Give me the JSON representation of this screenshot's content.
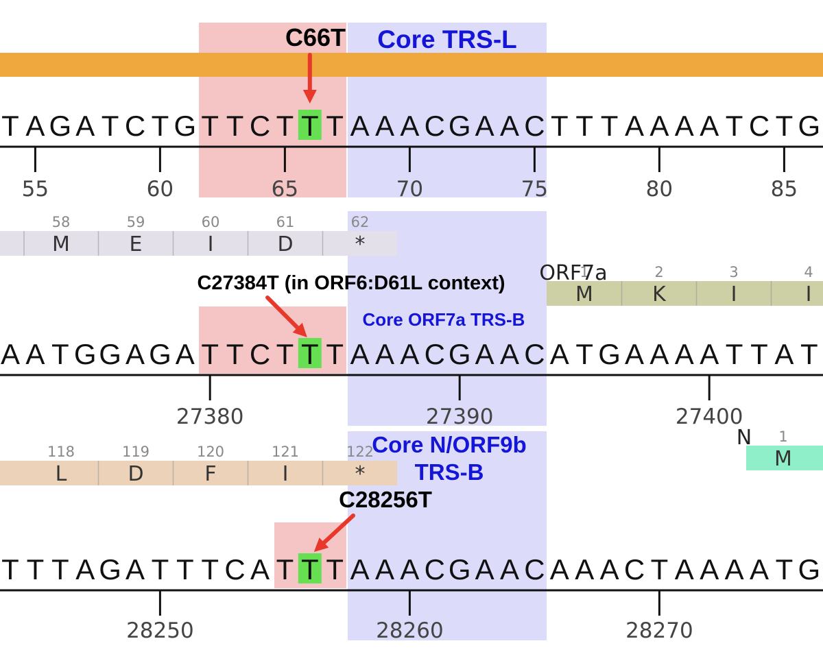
{
  "colors": {
    "trs_l_bar": "#eea83e",
    "core_region": "#dcdcfa",
    "flank_region": "#f5c5c5",
    "mutation_highlight": "#66e052",
    "arrow": "#e8382b",
    "orf6_track": "#e4e0ea",
    "n_track": "#ecd2b8",
    "orf7a_track": "#cdcfa4",
    "orf9b_track": "#8fefc8",
    "core_label": "#1515d8"
  },
  "rows": [
    {
      "sequence": "TAGATCTGTTCTTTAAACGAACTTTAAAATCTG",
      "mutation_index": 12,
      "ticks": [
        "55",
        "60",
        "65",
        "70",
        "75",
        "80",
        "85"
      ],
      "mutation_label": "C66T",
      "core_label": [
        "Core TRS-L"
      ]
    },
    {
      "sequence": "AATGGAGATTCTTTAAACGAACATGAAAATTAT",
      "mutation_index": 12,
      "ticks": [
        "27380",
        "27390",
        "27400"
      ],
      "mutation_label": "C27384T (in ORF6:D61L context)",
      "core_label": [
        "Core ORF7a TRS-B"
      ]
    },
    {
      "sequence": "TTTAGATTTCATTTAAACGAACAAACTAAAATG",
      "mutation_index": 12,
      "ticks": [
        "28250",
        "28260",
        "28270"
      ],
      "mutation_label": "C28256T",
      "core_label": [
        "Core N/ORF9b",
        "TRS-B"
      ]
    }
  ],
  "tracks": [
    {
      "name": "",
      "cells": [
        {
          "aa": "M",
          "num": "58"
        },
        {
          "aa": "E",
          "num": "59"
        },
        {
          "aa": "I",
          "num": "60"
        },
        {
          "aa": "D",
          "num": "61"
        },
        {
          "aa": "*",
          "num": "62"
        }
      ]
    },
    {
      "name": "ORF7a",
      "cells": [
        {
          "aa": "M",
          "num": "1"
        },
        {
          "aa": "K",
          "num": "2"
        },
        {
          "aa": "I",
          "num": "3"
        },
        {
          "aa": "I",
          "num": "4"
        }
      ]
    },
    {
      "name": "",
      "cells": [
        {
          "aa": "L",
          "num": "118"
        },
        {
          "aa": "D",
          "num": "119"
        },
        {
          "aa": "F",
          "num": "120"
        },
        {
          "aa": "I",
          "num": "121"
        },
        {
          "aa": "*",
          "num": "122"
        }
      ]
    },
    {
      "name": "N",
      "cells": [
        {
          "aa": "M",
          "num": "1"
        }
      ]
    }
  ]
}
